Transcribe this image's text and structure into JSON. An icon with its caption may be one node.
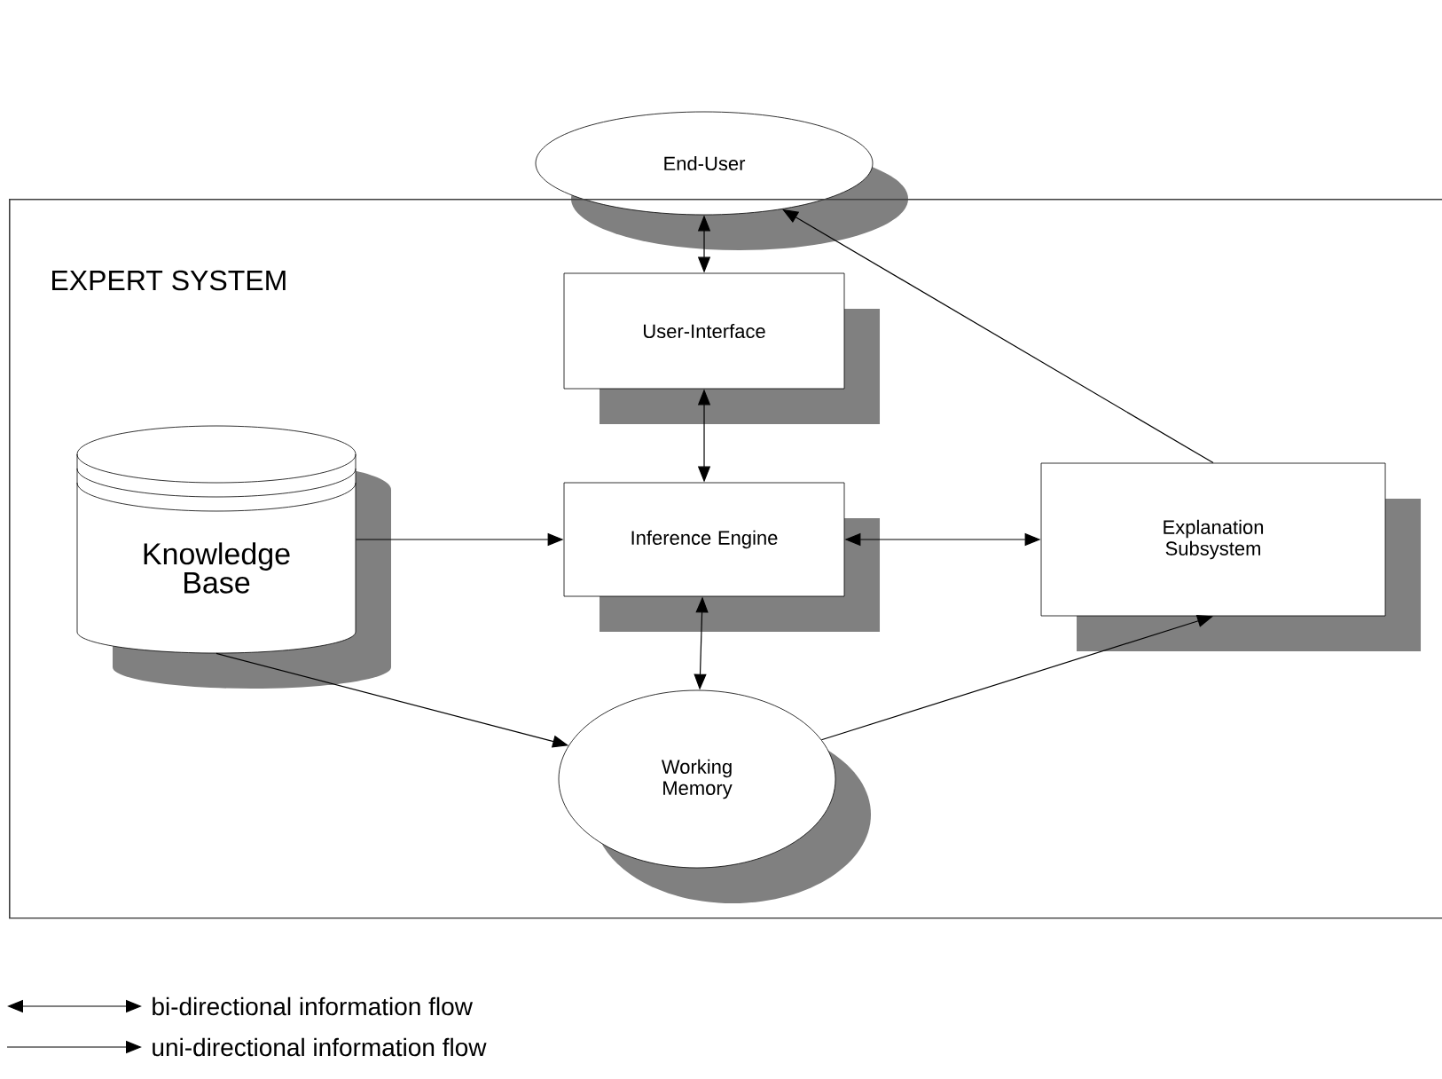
{
  "diagram": {
    "nodes": [
      {
        "text": [
          "End-User"
        ]
      },
      {
        "text": [
          "EXPERT SYSTEM"
        ]
      },
      {
        "text": [
          "User-Interface"
        ],
        "in": 1
      },
      {
        "text": [
          "Knowledge Base"
        ],
        "in": 1
      },
      {
        "text": [
          "Inference Engine"
        ],
        "in": 1
      },
      {
        "text": [
          "Explanation Subsystem"
        ],
        "in": 1
      },
      {
        "text": [
          "Working Memory"
        ],
        "in": 1
      }
    ],
    "edges": [
      {
        "from": 0,
        "to": 2,
        "arrow": "both"
      },
      {
        "from": 2,
        "to": 4,
        "arrow": "both"
      },
      {
        "from": 3,
        "to": 4,
        "arrow": "to"
      },
      {
        "from": 4,
        "to": 5,
        "arrow": "both"
      },
      {
        "from": 4,
        "to": 6,
        "arrow": "both"
      },
      {
        "from": 3,
        "to": 6,
        "arrow": "to"
      },
      {
        "from": 6,
        "to": 5,
        "arrow": "to"
      },
      {
        "from": 5,
        "to": 0,
        "arrow": "to"
      }
    ],
    "legend": [
      {
        "text": "bi-directional information flow"
      },
      {
        "text": "uni-directional information flow"
      }
    ]
  }
}
